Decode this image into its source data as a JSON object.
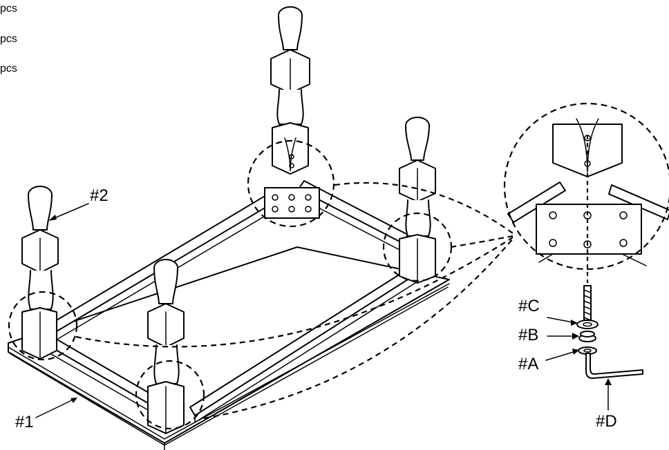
{
  "parts_list": [
    {
      "text": "pcs"
    },
    {
      "text": "pcs"
    },
    {
      "text": "pcs"
    }
  ],
  "labels": {
    "tabletop": "#1",
    "leg": "#2",
    "washer_c": "#C",
    "washer_b": "#B",
    "washer_a": "#A",
    "hex_key": "#D"
  }
}
